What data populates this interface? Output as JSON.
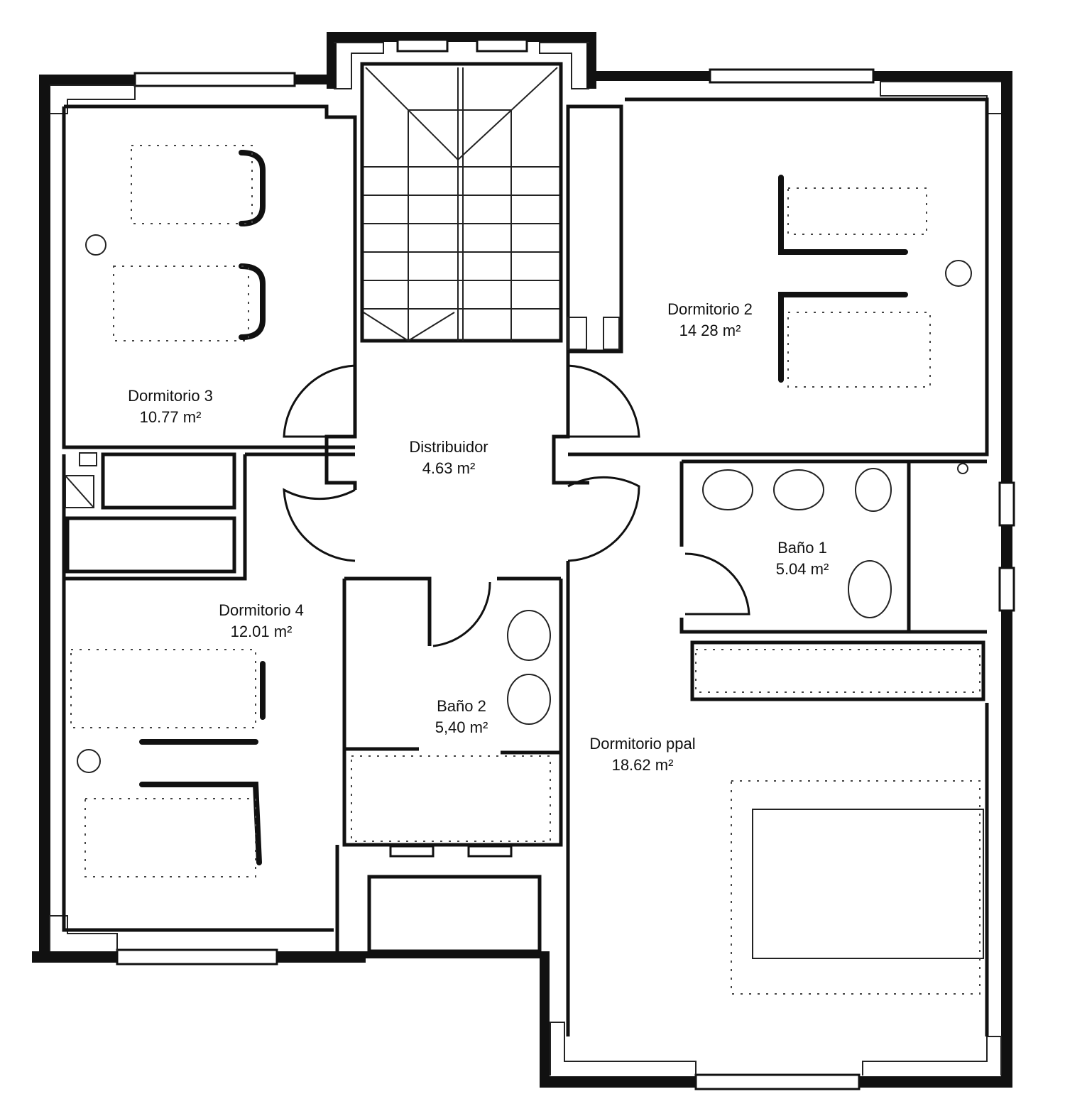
{
  "rooms": [
    {
      "id": "dormitorio-3",
      "name": "Dormitorio 3",
      "area": "10.77 m²"
    },
    {
      "id": "dormitorio-2",
      "name": "Dormitorio 2",
      "area": "14 28 m²"
    },
    {
      "id": "distribuidor",
      "name": "Distribuidor",
      "area": "4.63 m²"
    },
    {
      "id": "bano-1",
      "name": "Baño 1",
      "area": "5.04 m²"
    },
    {
      "id": "dormitorio-4",
      "name": "Dormitorio 4",
      "area": "12.01 m²"
    },
    {
      "id": "bano-2",
      "name": "Baño 2",
      "area": "5,40 m²"
    },
    {
      "id": "dormitorio-ppal",
      "name": "Dormitorio ppal",
      "area": "18.62 m²"
    }
  ]
}
